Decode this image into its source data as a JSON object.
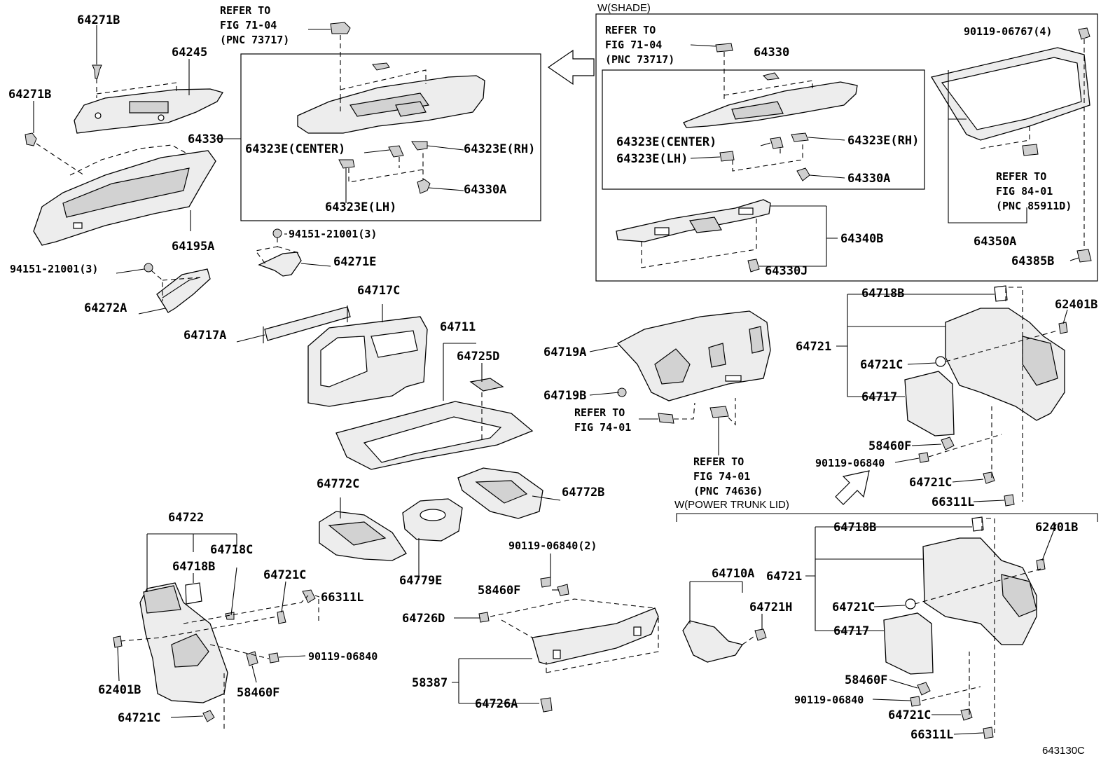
{
  "figure_code": "643130C",
  "sections": {
    "shade": "W(SHADE)",
    "power_trunk_lid": "W(POWER TRUNK LID)"
  },
  "refer": {
    "fig71_main": [
      "REFER TO",
      "FIG 71-04",
      "(PNC 73717)"
    ],
    "fig71_shade": [
      "REFER TO",
      "FIG 71-04",
      "(PNC 73717)"
    ],
    "fig84": [
      "REFER TO",
      "FIG 84-01",
      "(PNC 85911D)"
    ],
    "fig74_a": [
      "REFER TO",
      "FIG 74-01"
    ],
    "fig74_b": [
      "REFER TO",
      "FIG 74-01",
      "(PNC 74636)"
    ]
  },
  "labels": {
    "p64271B_top": "64271B",
    "p64245": "64245",
    "p64271B_left": "64271B",
    "p64330_main": "64330",
    "p64195A": "64195A",
    "p94151_a": "94151-21001(3)",
    "p64272A": "64272A",
    "p94151_b": "94151-21001(3)",
    "p64271E": "64271E",
    "p64323E_center": "64323E(CENTER)",
    "p64323E_rh": "64323E(RH)",
    "p64323E_lh": "64323E(LH)",
    "p64330A": "64330A",
    "p64717C": "64717C",
    "p64717A": "64717A",
    "p64711": "64711",
    "p64725D": "64725D",
    "p64772C": "64772C",
    "p64772B": "64772B",
    "p64779E": "64779E",
    "p64722": "64722",
    "p64718C": "64718C",
    "p64718B_left": "64718B",
    "p64721C_left": "64721C",
    "p66311L_left": "66311L",
    "p90119_left": "90119-06840",
    "p62401B_left": "62401B",
    "p58460F_left": "58460F",
    "p64721C_bottom": "64721C",
    "p90119_2": "90119-06840(2)",
    "p58460F_mid": "58460F",
    "p64726D": "64726D",
    "p58387": "58387",
    "p64726A": "64726A",
    "p64719A": "64719A",
    "p64719B": "64719B",
    "s64330": "64330",
    "s90119": "90119-06767(4)",
    "s64323E_center": "64323E(CENTER)",
    "s64323E_rh": "64323E(RH)",
    "s64323E_lh": "64323E(LH)",
    "s64330A": "64330A",
    "s64340B": "64340B",
    "s64330J": "64330J",
    "s64350A": "64350A",
    "s64385B": "64385B",
    "r64718B": "64718B",
    "r62401B": "62401B",
    "r64721": "64721",
    "r64721C": "64721C",
    "r64717": "64717",
    "r58460F": "58460F",
    "r90119": "90119-06840",
    "r64721C_b": "64721C",
    "r66311L": "66311L",
    "t64718B": "64718B",
    "t62401B": "62401B",
    "t64710A": "64710A",
    "t64721": "64721",
    "t64721H": "64721H",
    "t64721C": "64721C",
    "t64717": "64717",
    "t58460F": "58460F",
    "t90119": "90119-06840",
    "t64721C_b": "64721C",
    "t66311L": "66311L"
  }
}
